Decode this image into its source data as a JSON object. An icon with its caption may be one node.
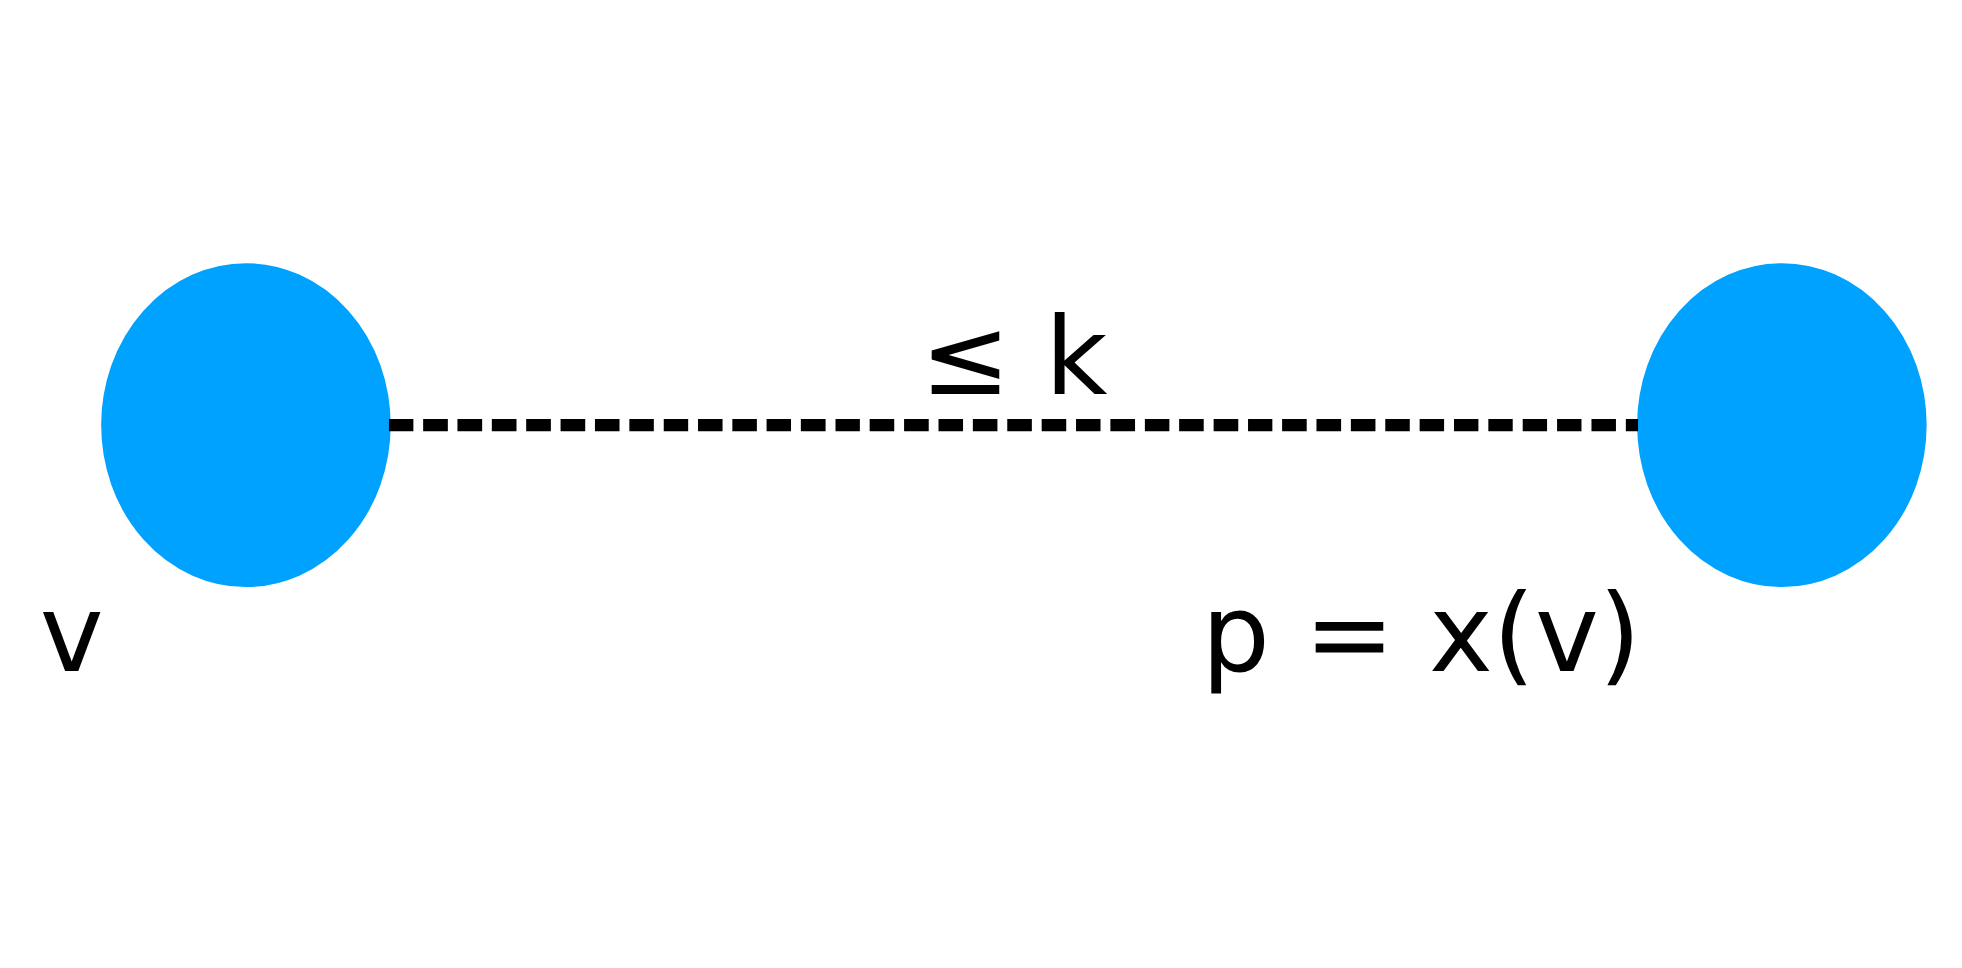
{
  "diagram": {
    "nodes": [
      {
        "text": [],
        "shape": "circle",
        "beside": [
          "v"
        ]
      },
      {
        "text": [],
        "shape": "circle",
        "beside": [
          "p = x(v)"
        ]
      }
    ],
    "edges": [
      {
        "from": 0,
        "to": 1,
        "arrow": "none",
        "style": "dashed",
        "label": "≤ k"
      }
    ]
  }
}
